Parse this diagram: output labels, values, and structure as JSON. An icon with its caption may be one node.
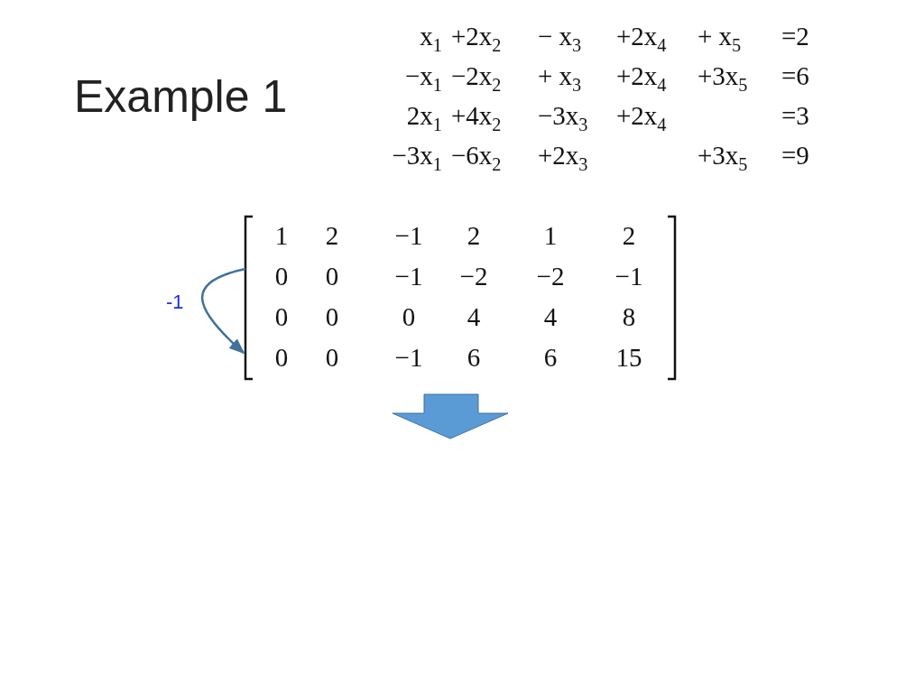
{
  "diagram": {
    "title": "Example 1",
    "nodes": [
      {
        "text": [
          "1",
          "2",
          "−1",
          "2",
          "1",
          "2"
        ]
      },
      {
        "text": [
          "0",
          "0",
          "−1",
          "−2",
          "−2",
          "−1"
        ]
      },
      {
        "text": [
          "0",
          "0",
          "0",
          "4",
          "4",
          "8"
        ]
      },
      {
        "text": [
          "0",
          "0",
          "−1",
          "6",
          "6",
          "15"
        ]
      }
    ],
    "edges": [
      {
        "from": 1,
        "to": 3,
        "arrow": "to",
        "label": "-1"
      }
    ],
    "labels": [
      "x$_{1}$",
      "+2x$_{2}$",
      "− x$_{3}$",
      "+2x$_{4}$",
      "+ x$_{5}$",
      "=2",
      "−x$_{1}$",
      "−2x$_{2}$",
      "+ x$_{3}$",
      "+2x$_{4}$",
      "+3x$_{5}$",
      "=6",
      "2x$_{1}$",
      "+4x$_{2}$",
      "−3x$_{3}$",
      "+2x$_{4}$",
      "=3",
      "−3x$_{1}$",
      "−6x$_{2}$",
      "+2x$_{3}$",
      "+3x$_{5}$",
      "=9"
    ]
  }
}
